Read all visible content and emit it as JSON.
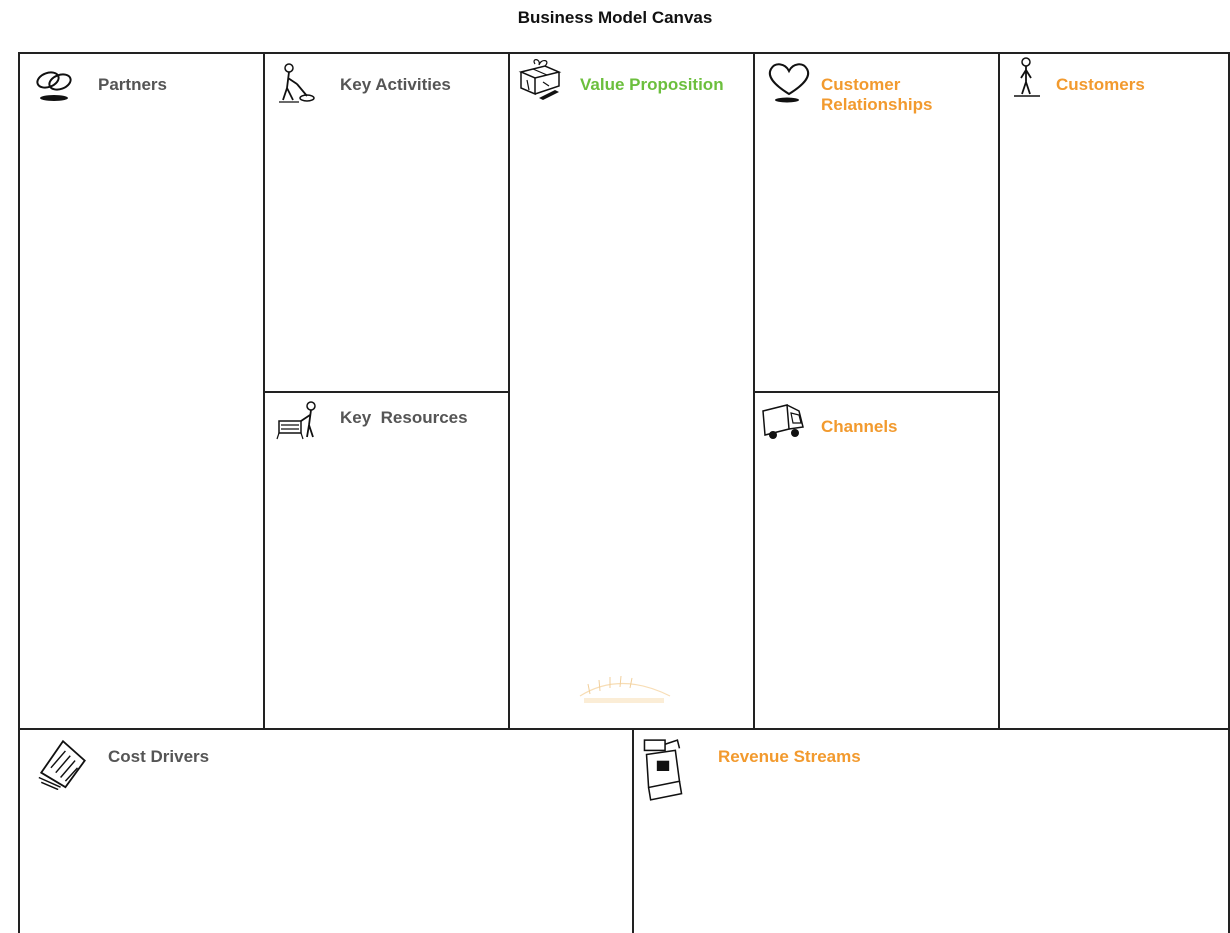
{
  "canvas": {
    "title": "Business Model Canvas",
    "colors": {
      "neutral": "#555555",
      "value": "#6cbf3d",
      "customer": "#f29a2e",
      "border": "#222222"
    },
    "blocks": {
      "partners": {
        "label": "Partners",
        "icon": "linked-rings-icon"
      },
      "key_activities": {
        "label": "Key Activities",
        "icon": "worker-vacuum-icon"
      },
      "key_resources": {
        "label": "Key  Resources",
        "icon": "worker-desk-icon"
      },
      "value_proposition": {
        "label": "Value Proposition",
        "icon": "gift-box-icon"
      },
      "customer_relationships": {
        "label_line1": "Customer",
        "label_line2": "Relationships",
        "icon": "heart-icon"
      },
      "channels": {
        "label": "Channels",
        "icon": "delivery-truck-icon"
      },
      "customers": {
        "label": "Customers",
        "icon": "person-standing-icon"
      },
      "cost_drivers": {
        "label": "Cost Drivers",
        "icon": "receipt-icon"
      },
      "revenue_streams": {
        "label": "Revenue Streams",
        "icon": "cash-register-icon"
      }
    }
  }
}
